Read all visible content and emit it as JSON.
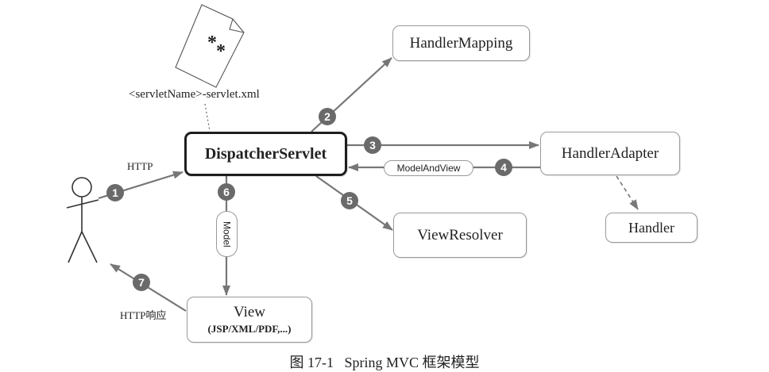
{
  "figure": {
    "caption": "图 17-1   Spring MVC 框架模型"
  },
  "config_file": {
    "icon": "xml-document-icon",
    "glyphs": [
      "*",
      "*"
    ],
    "label": "<servletName>-servlet.xml"
  },
  "actor": {
    "icon": "user-stick-figure-icon"
  },
  "components": {
    "dispatcher_servlet": "DispatcherServlet",
    "handler_mapping": "HandlerMapping",
    "handler_adapter": "HandlerAdapter",
    "handler": "Handler",
    "view_resolver": "ViewResolver",
    "view": {
      "title": "View",
      "subtitle": "(JSP/XML/PDF,...)"
    }
  },
  "edge_labels": {
    "request": "HTTP",
    "model_and_view": "ModelAndView",
    "model": "Model",
    "response": "HTTP响应"
  },
  "steps": [
    "1",
    "2",
    "3",
    "4",
    "5",
    "6",
    "7"
  ],
  "colors": {
    "arrow": "#777777",
    "step_badge": "#6a6a6a",
    "box_border": "#9a9a9a",
    "main_border": "#1e1e1e",
    "text": "#222222"
  }
}
